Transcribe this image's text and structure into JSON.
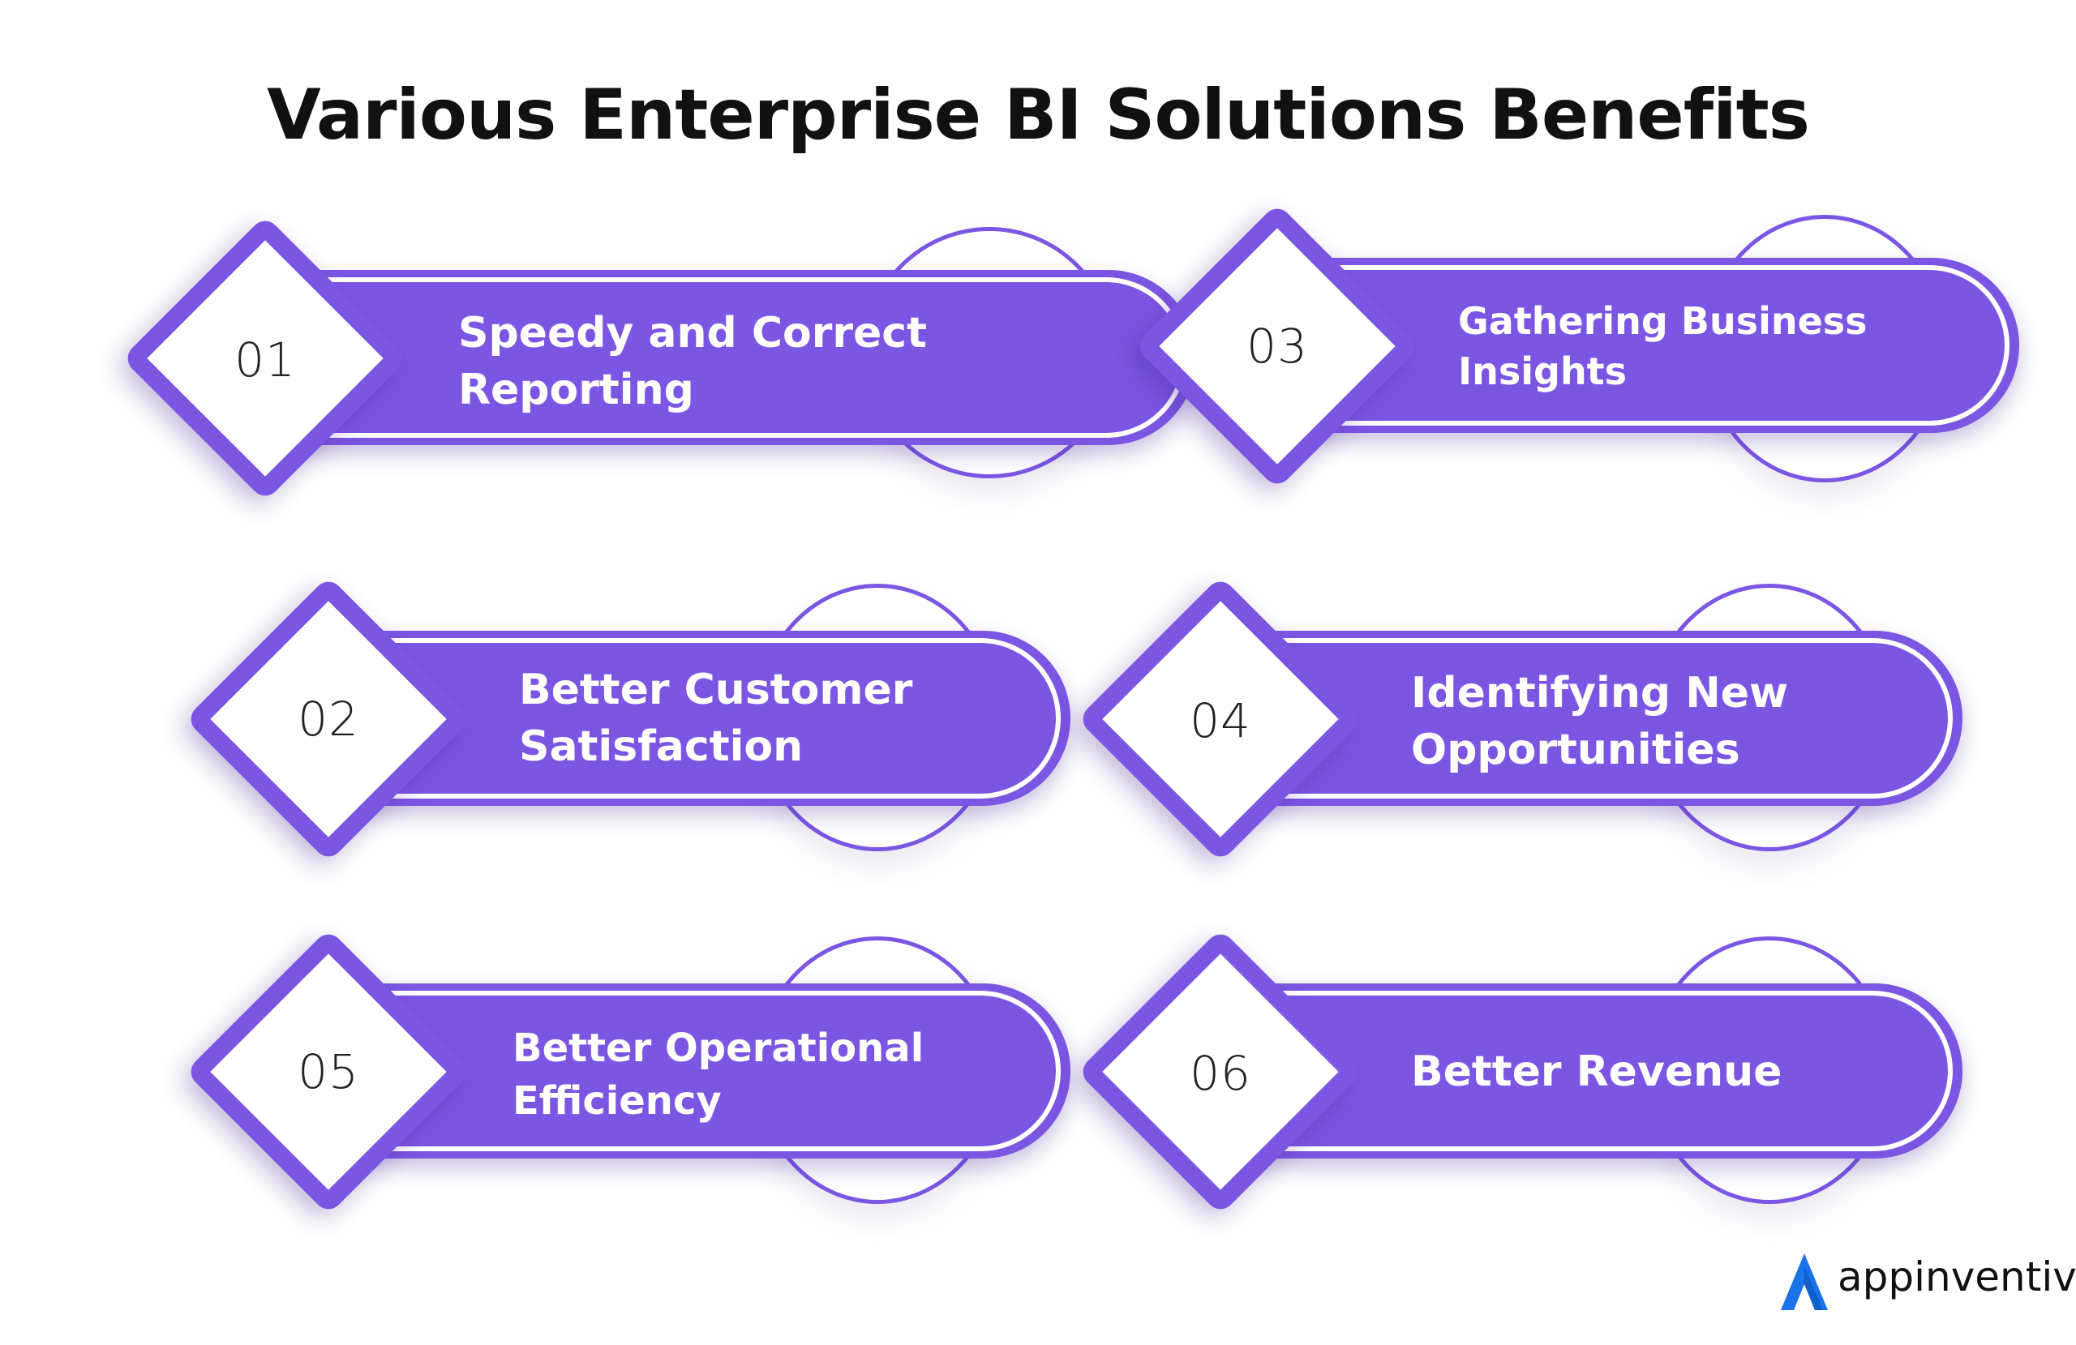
{
  "title": "Various Enterprise BI Solutions Benefits",
  "colors": {
    "accent": "#7b56e3",
    "title": "#111111",
    "number": "#222222",
    "logo_mark": "#1a73e8"
  },
  "benefits": [
    {
      "number": "01",
      "line1": "Speedy and Correct",
      "line2": "Reporting"
    },
    {
      "number": "02",
      "line1": "Better Customer",
      "line2": "Satisfaction"
    },
    {
      "number": "03",
      "line1": "Gathering Business",
      "line2": "Insights"
    },
    {
      "number": "04",
      "line1": "Identifying New",
      "line2": "Opportunities"
    },
    {
      "number": "05",
      "line1": "Better Operational",
      "line2": "Efficiency"
    },
    {
      "number": "06",
      "line1": "Better Revenue",
      "line2": ""
    }
  ],
  "logo": {
    "icon": "appinventiv-a-icon",
    "text": "appinventiv"
  }
}
